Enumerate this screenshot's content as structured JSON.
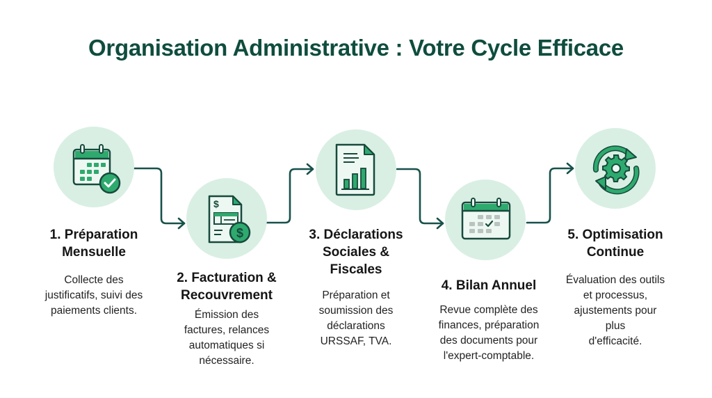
{
  "title": "Organisation Administrative : Votre Cycle Efficace",
  "colors": {
    "title": "#0f4d3e",
    "connector": "#17514a",
    "circle_bg": "#d9efe4",
    "icon_green": "#2eaa6e",
    "icon_dark": "#174a3c"
  },
  "steps": [
    {
      "number": "1",
      "title_line1": "1. Préparation",
      "title_line2": "Mensuelle",
      "title_line3": "",
      "desc": [
        "Collecte des",
        "justificatifs, suivi des",
        "paiements clients."
      ],
      "icon": "calendar-check-icon"
    },
    {
      "number": "2",
      "title_line1": "2. Facturation &",
      "title_line2": "Recouvrement",
      "title_line3": "",
      "desc": [
        "Émission des",
        "factures, relances",
        "automatiques si",
        "nécessaire."
      ],
      "icon": "invoice-dollar-icon"
    },
    {
      "number": "3",
      "title_line1": "3. Déclarations",
      "title_line2": "Sociales &",
      "title_line3": "Fiscales",
      "desc": [
        "Préparation et",
        "soumission des",
        "déclarations",
        "URSSAF, TVA."
      ],
      "icon": "document-chart-icon"
    },
    {
      "number": "4",
      "title_line1": "4. Bilan Annuel",
      "title_line2": "",
      "title_line3": "",
      "desc": [
        "Revue complète des",
        "finances, préparation",
        "des documents pour",
        "l'expert-comptable."
      ],
      "icon": "calendar-annual-icon"
    },
    {
      "number": "5",
      "title_line1": "5. Optimisation",
      "title_line2": "Continue",
      "title_line3": "",
      "desc": [
        "Évaluation des outils",
        "et processus,",
        "ajustements pour",
        "plus",
        "d'efficacité."
      ],
      "icon": "gear-cycle-icon"
    }
  ]
}
